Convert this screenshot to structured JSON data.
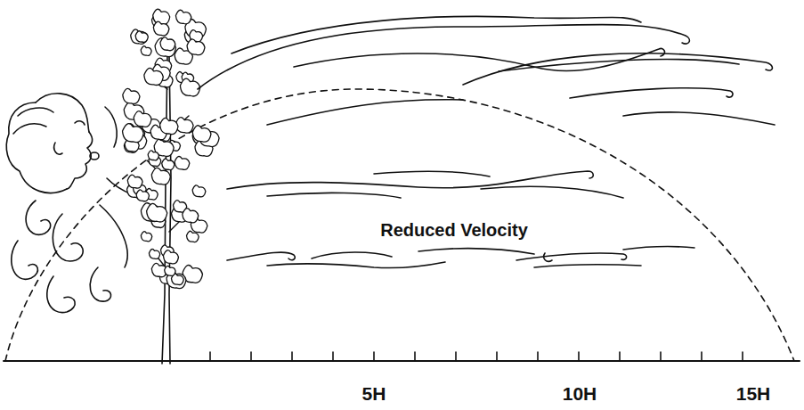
{
  "diagram": {
    "labels": [
      "Reduced Velocity",
      "5H",
      "10H",
      "15H"
    ]
  }
}
